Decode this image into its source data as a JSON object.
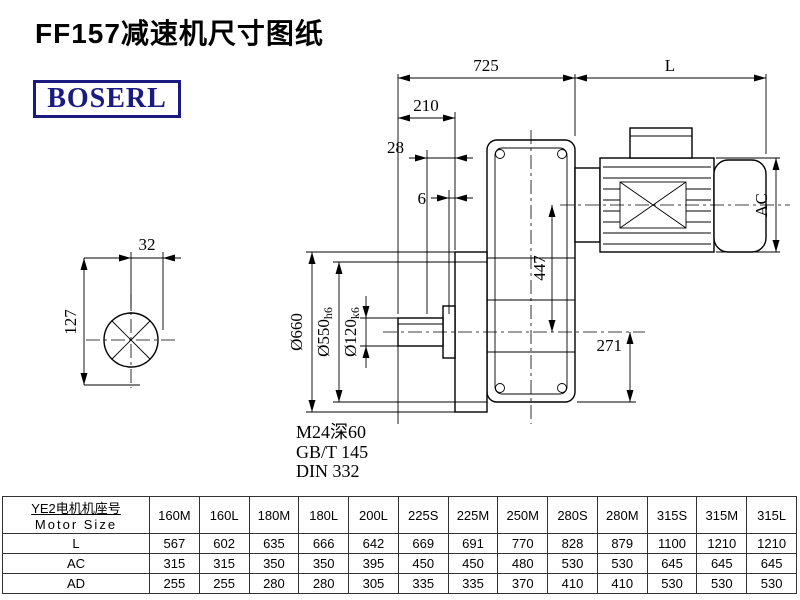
{
  "page": {
    "title": "FF157减速机尺寸图纸",
    "brand": "BOSERL"
  },
  "drawing": {
    "dims": {
      "overall_width": "725",
      "motor_length": "L",
      "d210": "210",
      "d28": "28",
      "d6": "6",
      "d32": "32",
      "d127": "127",
      "d447": "447",
      "d271": "271",
      "motor_ac": "AC",
      "dia_flange": {
        "main": "Ø660",
        "tol": ""
      },
      "dia_spigot": {
        "main": "Ø550",
        "tol": "h6"
      },
      "dia_shaft": {
        "main": "Ø120",
        "tol": "k6"
      }
    },
    "notes": [
      "M24深60",
      "GB/T 145",
      "DIN 332"
    ]
  },
  "table": {
    "header_cn": "YE2电机机座号",
    "header_en": "Motor Size",
    "columns": [
      "160M",
      "160L",
      "180M",
      "180L",
      "200L",
      "225S",
      "225M",
      "250M",
      "280S",
      "280M",
      "315S",
      "315M",
      "315L"
    ],
    "rows": [
      {
        "label": "L",
        "values": [
          "567",
          "602",
          "635",
          "666",
          "642",
          "669",
          "691",
          "770",
          "828",
          "879",
          "1100",
          "1210",
          "1210"
        ]
      },
      {
        "label": "AC",
        "values": [
          "315",
          "315",
          "350",
          "350",
          "395",
          "450",
          "450",
          "480",
          "530",
          "530",
          "645",
          "645",
          "645"
        ]
      },
      {
        "label": "AD",
        "values": [
          "255",
          "255",
          "280",
          "280",
          "305",
          "335",
          "335",
          "370",
          "410",
          "410",
          "530",
          "530",
          "530"
        ]
      }
    ]
  }
}
